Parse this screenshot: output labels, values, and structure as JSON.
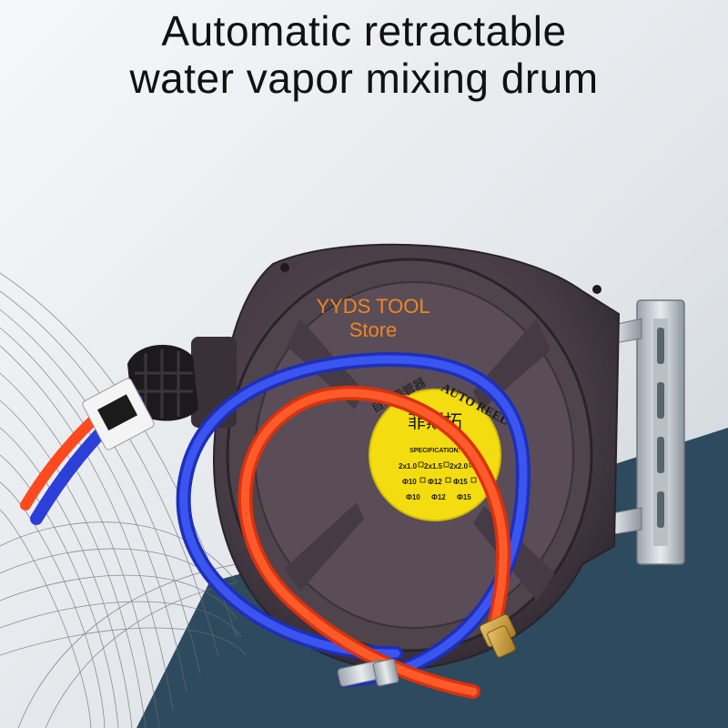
{
  "headline": {
    "line1": "Automatic retractable",
    "line2": "water vapor mixing drum"
  },
  "watermark": {
    "line1": "YYDS TOOL",
    "line2": "Store"
  },
  "label": {
    "brand": "菲斯拓",
    "product_cn": "自动卷管器",
    "product_en": "AUTO REEL",
    "spec_title": "SPECIFICATION:",
    "spec_row1": [
      "2x1.0",
      "2x1.5",
      "2x2.0"
    ],
    "spec_row2": [
      "Ф10",
      "Ф12",
      "Ф15"
    ],
    "spec_row3": [
      "Ф10",
      "Ф12",
      "Ф15"
    ]
  },
  "colors": {
    "background_top": "#f2f4f6",
    "background_panel": "#2e4a5e",
    "reel_body": "#4a3f48",
    "label_yellow": "#f3dc10",
    "hose_blue": "#2c3fd8",
    "hose_orange": "#ff4a1f",
    "watermark": "#ff8a1f"
  }
}
